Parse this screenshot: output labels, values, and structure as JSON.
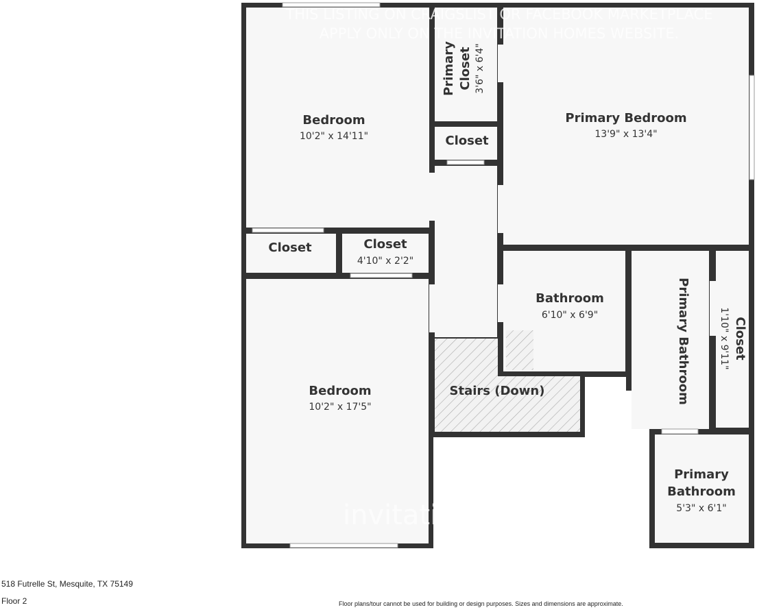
{
  "watermark": {
    "line1": "THIS LISTING ON CRAIGSLIST OR FACEBOOK MARKETPLACE",
    "line2": "APPLY ONLY ON THE INVITATION HOMES WEBSITE.",
    "logo": "invitation homes"
  },
  "rooms": {
    "bedroom1": {
      "name": "Bedroom",
      "dim": "10'2\" x 14'11\""
    },
    "primary_closet": {
      "name1": "Primary",
      "name2": "Closet",
      "dim": "3'6\" x 6'4\""
    },
    "closet_top": {
      "name": "Closet"
    },
    "primary_bedroom": {
      "name": "Primary Bedroom",
      "dim": "13'9\" x 13'4\""
    },
    "closet_left": {
      "name": "Closet"
    },
    "closet_mid": {
      "name": "Closet",
      "dim": "4'10\" x 2'2\""
    },
    "bathroom": {
      "name": "Bathroom",
      "dim": "6'10\" x 6'9\""
    },
    "primary_bathroom_v": {
      "name": "Primary Bathroom"
    },
    "closet_right": {
      "name": "Closet",
      "dim": "1'10\" x 9'11\""
    },
    "stairs": {
      "name": "Stairs (Down)"
    },
    "bedroom2": {
      "name": "Bedroom",
      "dim": "10'2\" x 17'5\""
    },
    "primary_bathroom": {
      "name1": "Primary",
      "name2": "Bathroom",
      "dim": "5'3\" x 6'1\""
    }
  },
  "footer": {
    "address": "518 Futrelle St, Mesquite, TX 75149",
    "floor": "Floor 2",
    "disclaimer": "Floor plans/tour cannot be used for building or design purposes. Sizes and dimensions are approximate."
  },
  "colors": {
    "wall": "#333333",
    "floor": "#f7f7f7"
  }
}
